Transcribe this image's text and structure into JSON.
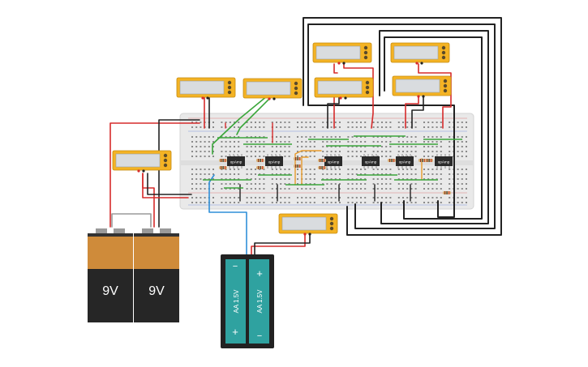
{
  "batteries_9v": [
    {
      "label": "9V"
    },
    {
      "label": "9V"
    }
  ],
  "aa_pack": {
    "cells": [
      {
        "label": "AA 1.5V",
        "plus": "+",
        "minus": "−"
      },
      {
        "label": "AA 1.5V",
        "plus": "+",
        "minus": "−"
      }
    ]
  },
  "opamps": [
    {
      "label": "opAmp"
    },
    {
      "label": "opAmp"
    },
    {
      "label": "opAmp"
    },
    {
      "label": "opAmp"
    },
    {
      "label": "opAmp"
    },
    {
      "label": "opAmp"
    }
  ],
  "multimeters": [
    {
      "id": "meter-1",
      "reading": ""
    },
    {
      "id": "meter-2",
      "reading": ""
    },
    {
      "id": "meter-3",
      "reading": ""
    },
    {
      "id": "meter-4",
      "reading": ""
    },
    {
      "id": "meter-5",
      "reading": ""
    },
    {
      "id": "meter-6",
      "reading": ""
    },
    {
      "id": "meter-7",
      "reading": ""
    },
    {
      "id": "meter-8",
      "reading": ""
    }
  ],
  "colors": {
    "wire_red": "#d62b2b",
    "wire_black": "#222222",
    "wire_green": "#3aa63a",
    "wire_blue": "#2f8fd8",
    "wire_orange": "#e89a2a",
    "wire_gray": "#9a9a9a",
    "meter_body": "#f4b324",
    "meter_screen": "#d9dcdf",
    "breadboard": "#e9e9e9",
    "battery_top": "#cf8b3a",
    "battery_bottom": "#262626",
    "aa_cell": "#2fa2a0"
  }
}
